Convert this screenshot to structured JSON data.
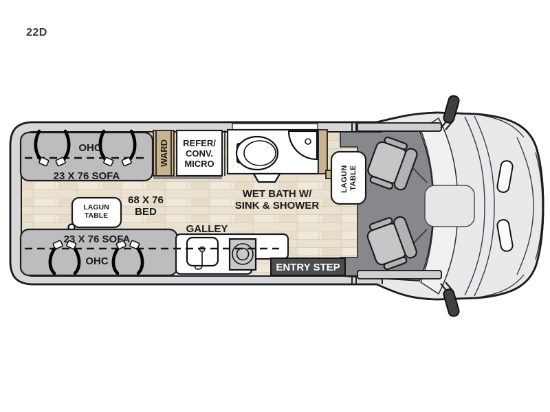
{
  "model": "22D",
  "rear_lounge": {
    "ohc_top": "OHC",
    "sofa_top": "23 X 76 SOFA",
    "sofa_bottom": "23 X 76 SOFA",
    "ohc_bottom": "OHC",
    "bed_size": "68 X 76",
    "bed_word": "BED",
    "lagun_line1": "LAGUN",
    "lagun_line2": "TABLE"
  },
  "kitchen": {
    "ward": "WARD",
    "refer_line1": "REFER/",
    "refer_line2": "CONV.",
    "refer_line3": "MICRO",
    "galley": "GALLEY"
  },
  "bath": {
    "line1": "WET BATH W/",
    "line2": "SINK & SHOWER"
  },
  "entry": {
    "step": "ENTRY STEP"
  },
  "cab": {
    "lagun_line1": "LAGUN",
    "lagun_line2": "TABLE"
  },
  "colors": {
    "body_bg": "#ffffff",
    "outline": "#1c1c1e",
    "text": "#1a1a1a",
    "wall_gray": "#d7d7d9",
    "furniture_gray": "#bdbdbf",
    "cab_floor": "#87878c",
    "front_gray": "#e9e9eb",
    "windshield": "#f1f1f3",
    "ward_tan": "#c8b48f",
    "wood_light": "#f0e9db",
    "wood_mid": "#eae1d0",
    "wood_dark": "#e6dcc8",
    "wood_line": "#d8cebb",
    "entry_bg": "#4c4c4e",
    "seat_gray": "#c6c6c8",
    "seat_back": "#b2b2b4",
    "mirror_dark": "#3f3f44",
    "sill_gray": "#cfcfd1",
    "console": "#e6e6e8",
    "base_shadow": "#8e8e92"
  }
}
